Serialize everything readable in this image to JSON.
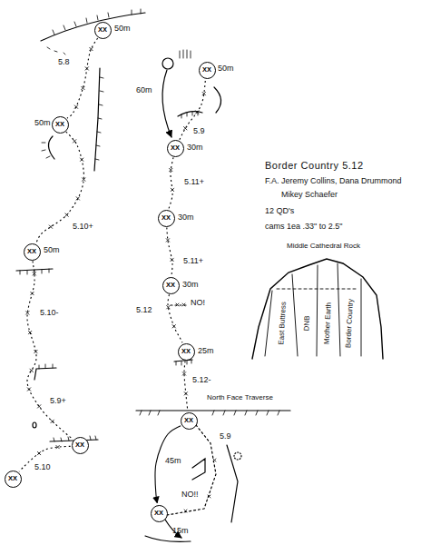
{
  "diagram": {
    "title": "Border Country 5.12",
    "nodes": [
      {
        "text": [
          "XX"
        ]
      },
      {
        "text": [
          "XX"
        ]
      },
      {
        "text": [
          "XX"
        ]
      },
      {
        "text": [
          "XX"
        ]
      },
      {
        "text": [
          "XX"
        ]
      },
      {
        "text": [
          "XX"
        ]
      },
      {
        "text": [
          "XX"
        ]
      },
      {
        "text": [
          "XX"
        ]
      },
      {
        "text": [
          "XX"
        ]
      },
      {
        "text": [
          "XX"
        ]
      },
      {
        "text": [
          "XX"
        ]
      },
      {
        "text": [
          "XX"
        ]
      }
    ],
    "edges": [
      {
        "from": 0,
        "to": 1,
        "arrow": "none"
      },
      {
        "from": 1,
        "to": 2,
        "arrow": "none"
      },
      {
        "from": 2,
        "to": 3,
        "arrow": "none"
      },
      {
        "from": 3,
        "to": 4,
        "arrow": "none"
      },
      {
        "from": 6,
        "to": 5,
        "arrow": "none"
      },
      {
        "from": 6,
        "to": 7,
        "arrow": "none"
      },
      {
        "from": 7,
        "to": 8,
        "arrow": "none"
      },
      {
        "from": 8,
        "to": 9,
        "arrow": "none"
      },
      {
        "from": 9,
        "to": 10,
        "arrow": "none"
      },
      {
        "from": 10,
        "to": 11,
        "label": "45m",
        "arrow": "to"
      }
    ],
    "labels": [
      "50m",
      "5.8",
      "50m",
      "50m",
      "5.10+",
      "5.10-",
      "5.9+",
      "5.10",
      "50m",
      "60m",
      "5.9",
      "30m",
      "5.11+",
      "30m",
      "5.11+",
      "30m",
      "5.12",
      "NO!",
      "25m",
      "5.12-",
      "North Face Traverse",
      "5.9",
      "NO!!",
      "15m",
      "F.A. Jeremy Collins, Dana Drummond",
      "Mikey Schaefer",
      "12 QD's",
      "cams 1ea .33\" to 2.5\"",
      "Middle Cathedral Rock",
      "East Buttress",
      "DNB",
      "Mother Earth",
      "Border Country"
    ]
  }
}
